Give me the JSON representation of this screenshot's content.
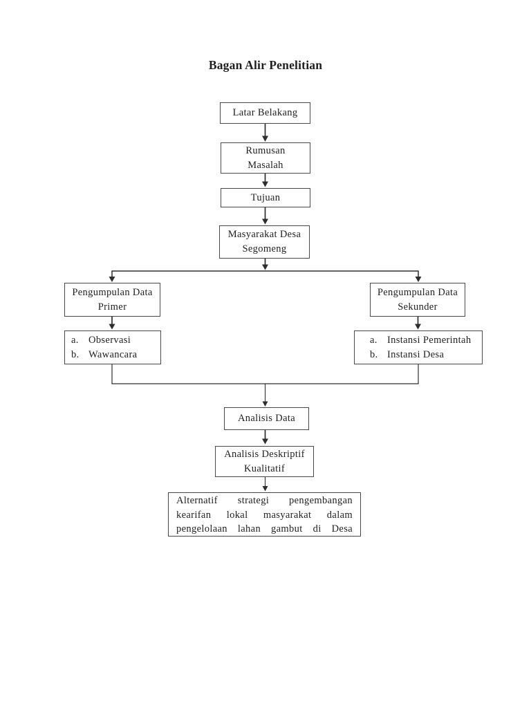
{
  "page": {
    "title": "Bagan Alir Penelitian",
    "background_color": "#ffffff",
    "text_color": "#1f1f1f",
    "line_color": "#2d2d2d",
    "box_border_color": "#464646"
  },
  "flowchart": {
    "nodes": {
      "latar_belakang": {
        "label": "Latar Belakang"
      },
      "rumusan_masalah": {
        "label": "Rumusan\nMasalah"
      },
      "tujuan": {
        "label": "Tujuan"
      },
      "masyarakat_desa": {
        "label": "Masyarakat Desa\nSegomeng"
      },
      "pengumpulan_primer": {
        "label": "Pengumpulan Data\nPrimer"
      },
      "pengumpulan_sekunder": {
        "label": "Pengumpulan Data\nSekunder"
      },
      "data_primer_items": [
        {
          "marker": "a.",
          "text": "Observasi"
        },
        {
          "marker": "b.",
          "text": "Wawancara"
        }
      ],
      "data_sekunder_items": [
        {
          "marker": "a.",
          "text": "Instansi Pemerintah"
        },
        {
          "marker": "b.",
          "text": "Instansi Desa"
        }
      ],
      "analisis_data": {
        "label": "Analisis Data"
      },
      "analisis_deskriptif": {
        "label": "Analisis Deskriptif\nKualitatif"
      },
      "hasil": {
        "lines": [
          "Alternatif strategi pengembangan",
          "kearifan lokal masyarakat dalam",
          "pengelolaan lahan gambut di Desa"
        ]
      }
    }
  }
}
